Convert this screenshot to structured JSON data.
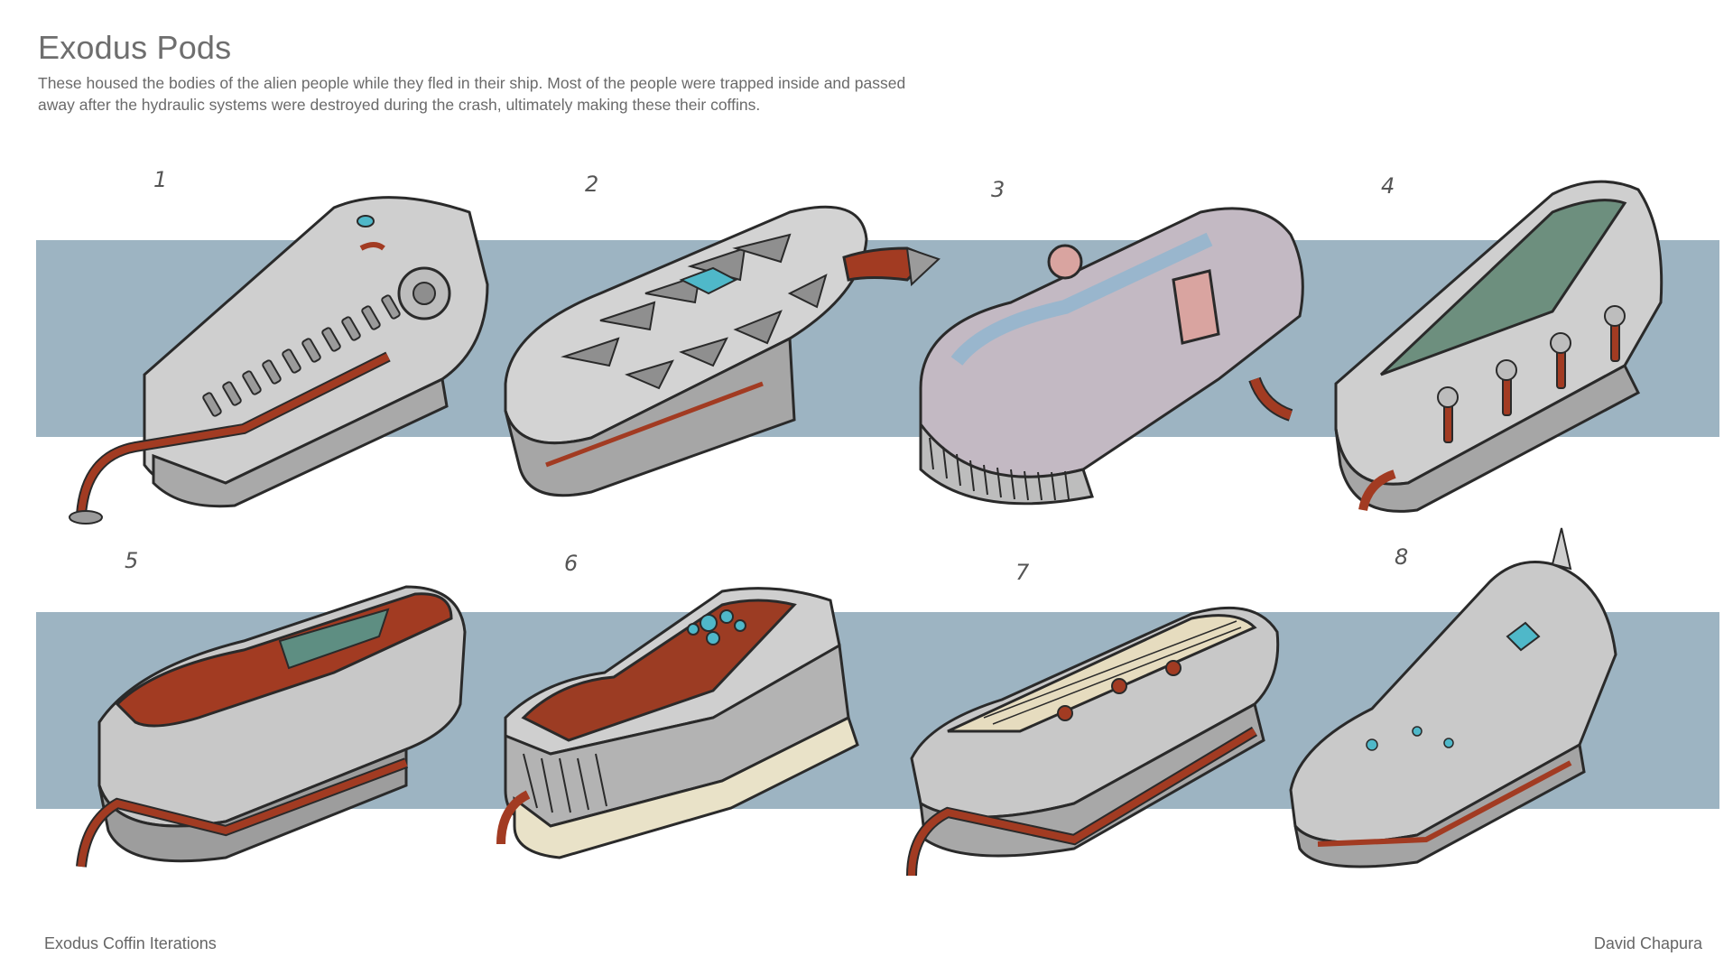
{
  "header": {
    "title": "Exodus Pods",
    "description": "These housed the bodies of the alien people while they fled in their ship. Most of the people were trapped inside and passed away after the hydraulic systems were destroyed during the crash, ultimately making these their coffins."
  },
  "pods": [
    {
      "number": "1",
      "name": "pod-1"
    },
    {
      "number": "2",
      "name": "pod-2"
    },
    {
      "number": "3",
      "name": "pod-3"
    },
    {
      "number": "4",
      "name": "pod-4"
    },
    {
      "number": "5",
      "name": "pod-5"
    },
    {
      "number": "6",
      "name": "pod-6"
    },
    {
      "number": "7",
      "name": "pod-7"
    },
    {
      "number": "8",
      "name": "pod-8"
    }
  ],
  "footer": {
    "left": "Exodus Coffin Iterations",
    "right": "David Chapura"
  },
  "colors": {
    "band": "#9db4c2",
    "pod_body": "#c9c9c9",
    "pipe": "#a23b22",
    "gem": "#4fb8c9",
    "outline": "#2a2a2a"
  }
}
